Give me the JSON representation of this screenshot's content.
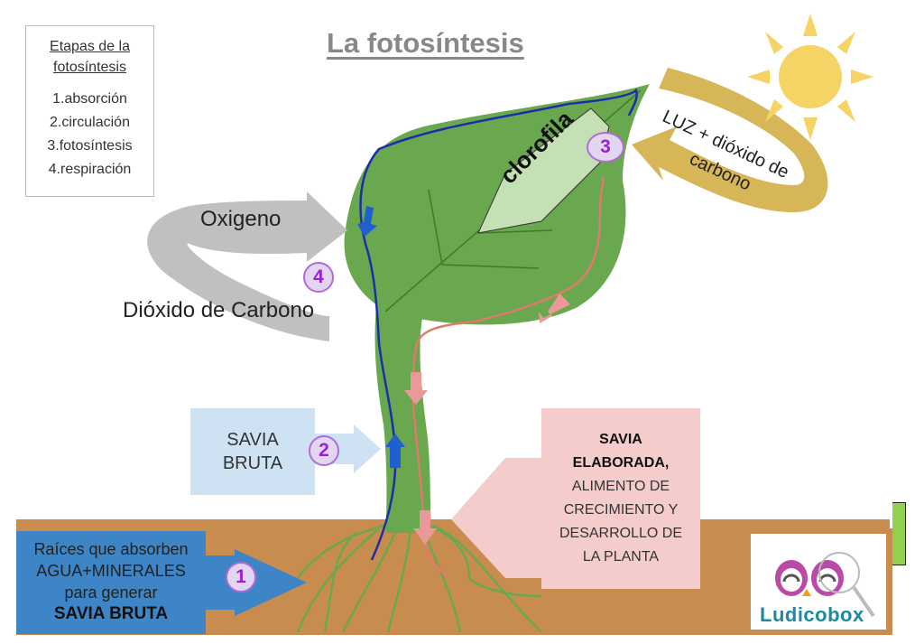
{
  "title": "La fotosíntesis",
  "stages_box": {
    "title_line1": "Etapas  de la",
    "title_line2": "fotosíntesis",
    "items": [
      "1.absorción",
      "2.circulación",
      "3.fotosíntesis",
      "4.respiración"
    ]
  },
  "leaf": {
    "chlorophyll_label": "clorofila"
  },
  "arrows": {
    "light": {
      "line1": "LUZ + dióxido de",
      "line2": "carbono"
    },
    "oxygen": "Oxigeno",
    "co2": "Dióxido de Carbono"
  },
  "savia_bruta_box": {
    "line1": "SAVIA",
    "line2": "BRUTA"
  },
  "savia_elaborada_box": {
    "bold1": "SAVIA",
    "bold2": "ELABORADA,",
    "line3": "ALIMENTO DE",
    "line4": "CRECIMIENTO Y",
    "line5": "DESARROLLO DE",
    "line6": "LA PLANTA"
  },
  "roots_box": {
    "line1": "Raíces que absorben",
    "line2": "AGUA+MINERALES",
    "line3": "para generar",
    "bold": "SAVIA BRUTA"
  },
  "badges": {
    "one": "1",
    "two": "2",
    "three": "3",
    "four": "4"
  },
  "logo": {
    "text": "Ludicobox"
  },
  "colors": {
    "leaf": "#6aa84f",
    "soil": "#c98c4f",
    "xylem": "#1c3fb0",
    "phloem": "#e07a6c",
    "sun": "#f6d365",
    "badge_text": "#9b1fd9"
  }
}
